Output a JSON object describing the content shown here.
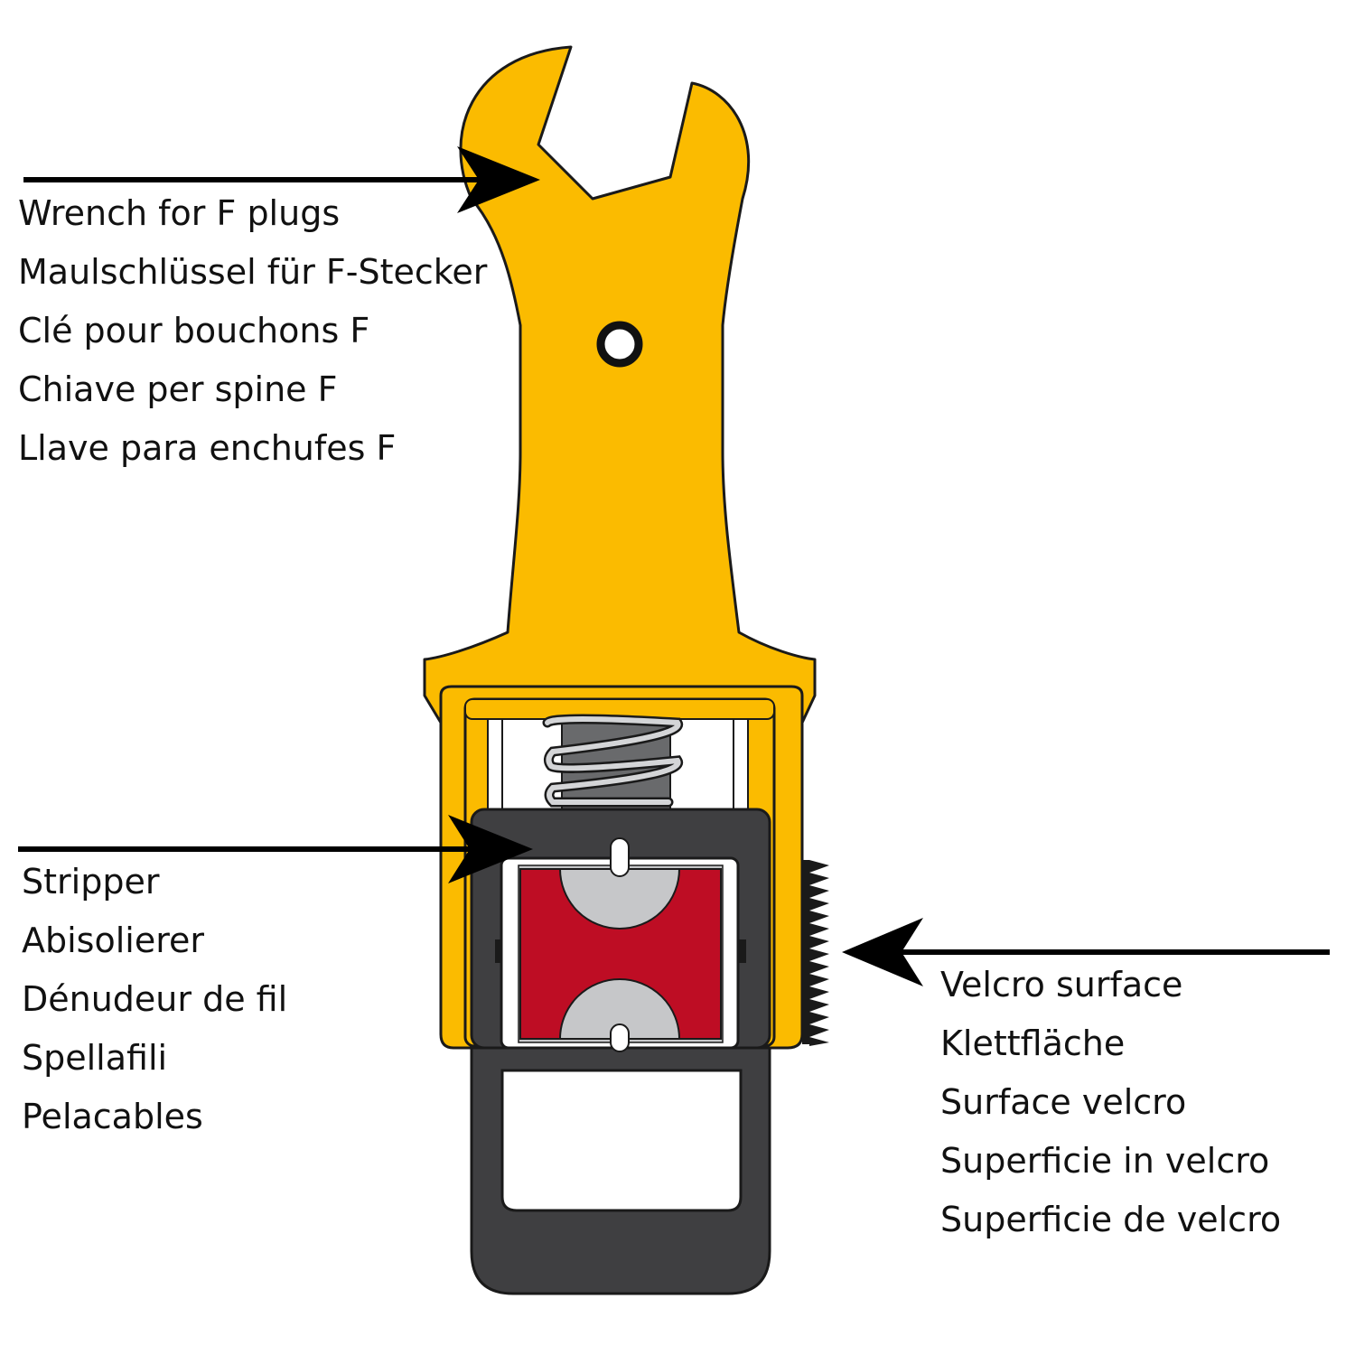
{
  "colors": {
    "body": "#fbbb00",
    "outline": "#1a1a1a",
    "dark_gray": "#3f3f41",
    "blade_red": "#be0d24",
    "blade_silver": "#c6c7c9",
    "spring_core": "#696a6c",
    "spring_coil": "#d4d5d7",
    "arrow": "#000000",
    "text": "#111111"
  },
  "callouts": {
    "wrench": {
      "icon": "arrow-right-icon",
      "labels": [
        "Wrench for F plugs",
        "Maulschlüssel für F-Stecker",
        "Clé pour bouchons F",
        "Chiave per spine F",
        "Llave para enchufes F"
      ]
    },
    "stripper": {
      "icon": "arrow-right-icon",
      "labels": [
        "Stripper",
        "Abisolierer",
        "Dénudeur de fil",
        "Spellafili",
        "Pelacables"
      ]
    },
    "velcro": {
      "icon": "arrow-left-icon",
      "labels": [
        "Velcro surface",
        "Klettfläche",
        "Surface velcro",
        "Superficie in velcro",
        "Superficie de velcro"
      ]
    }
  }
}
